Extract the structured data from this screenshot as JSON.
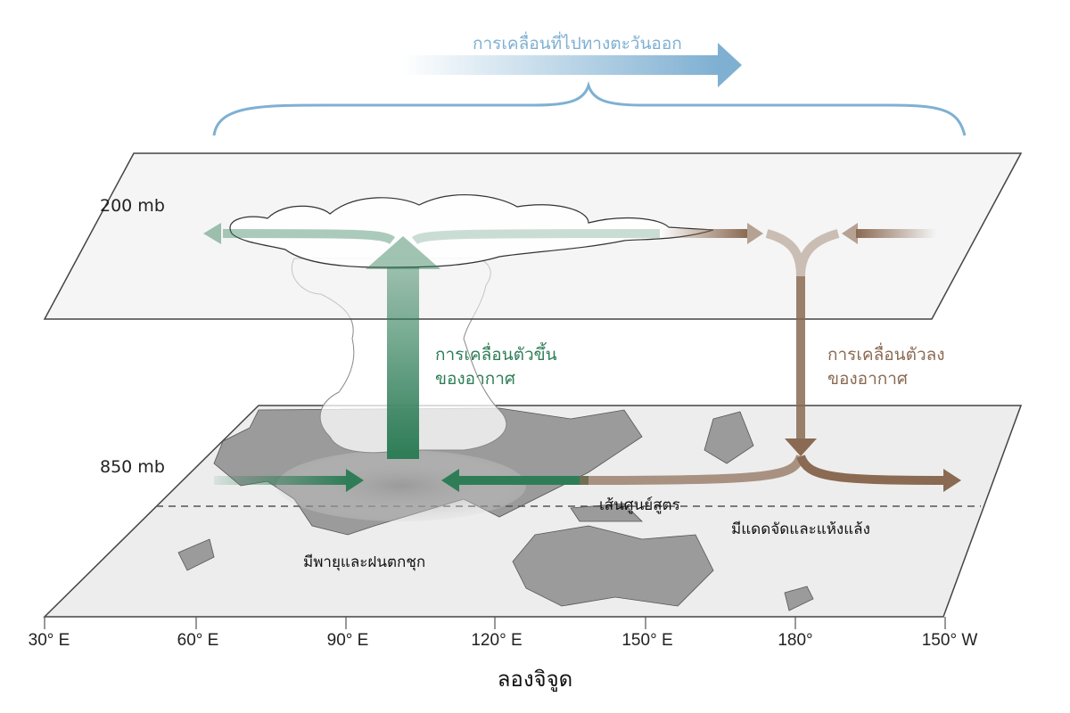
{
  "title_arrow": "การเคลื่อนที่ไปทางตะวันออก",
  "levels": {
    "upper": "200 mb",
    "lower": "850 mb"
  },
  "rising": {
    "line1": "การเคลื่อนตัวขึ้น",
    "line2": "ของอากาศ"
  },
  "sinking": {
    "line1": "การเคลื่อนตัวลง",
    "line2": "ของอากาศ"
  },
  "equator": "เส้นศูนย์สูตร",
  "dry": "มีแดดจัดและแห้งแล้ง",
  "wet": "มีพายุและฝนตกชุก",
  "axis": {
    "ticks": [
      "30° E",
      "60° E",
      "90° E",
      "120° E",
      "150° E",
      "180°",
      "150° W"
    ],
    "label": "ลองจิจูด"
  },
  "colors": {
    "blue": "#7fb0d2",
    "green": "#2e7d57",
    "brown": "#8a6a52"
  }
}
